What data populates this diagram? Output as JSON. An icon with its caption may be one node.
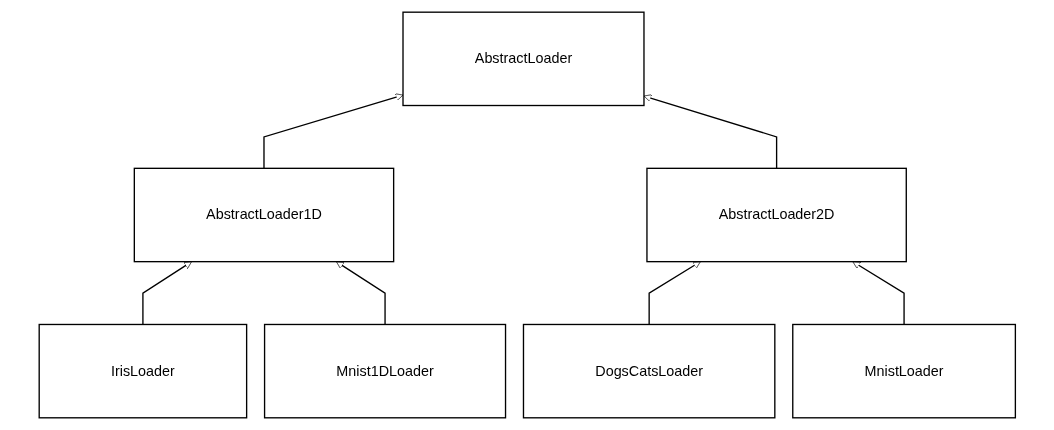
{
  "diagram": {
    "nodes": [
      {
        "text": [
          "AbstractLoader"
        ]
      },
      {
        "text": [
          "AbstractLoader1D"
        ]
      },
      {
        "text": [
          "AbstractLoader2D"
        ]
      },
      {
        "text": [
          "IrisLoader"
        ]
      },
      {
        "text": [
          "Mnist1DLoader"
        ]
      },
      {
        "text": [
          "DogsCatsLoader"
        ]
      },
      {
        "text": [
          "MnistLoader"
        ]
      }
    ],
    "edges": [
      {
        "from": 1,
        "to": 0,
        "arrow": "to"
      },
      {
        "from": 2,
        "to": 0,
        "arrow": "to"
      },
      {
        "from": 3,
        "to": 1,
        "arrow": "to"
      },
      {
        "from": 4,
        "to": 1,
        "arrow": "to"
      },
      {
        "from": 5,
        "to": 2,
        "arrow": "to"
      },
      {
        "from": 6,
        "to": 2,
        "arrow": "to"
      }
    ]
  }
}
